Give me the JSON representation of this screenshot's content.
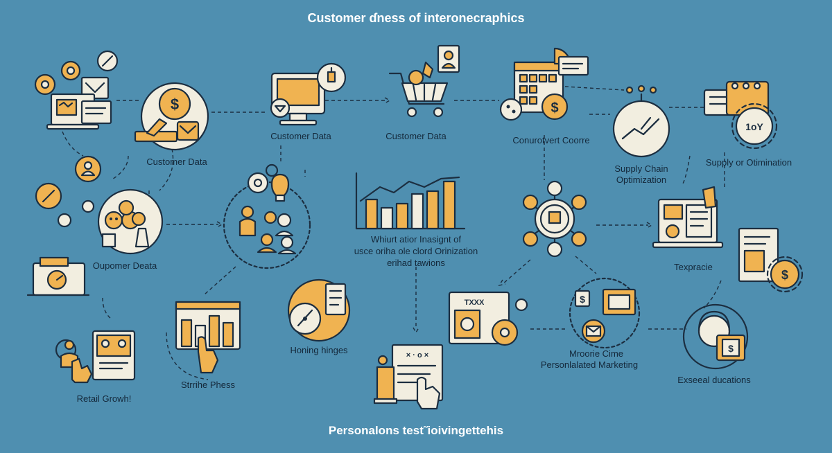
{
  "title": "Customer ɗness of interonecraphics",
  "footer": "Personalons test˜ioivingettehis",
  "labels": {
    "customer_data_1": "Customer Data",
    "customer_data_2": "Customer Data",
    "customer_data_3": "Customer Data",
    "conurotvert": "Conurotvert Coorre",
    "supply_chain_1": "Supply Chain",
    "supply_chain_2": "Optimization",
    "supply_or": "Supply or Otimination",
    "oupomer": "Oupomer Deata",
    "insight_1": "Whiurt atior Inasignt of",
    "insight_2": "usce oriha ole clord Orinization",
    "insight_3": "erihad tawions",
    "texpracie": "Texpracie",
    "retail": "Retail Growh!",
    "strrihe": "Strrihe Phess",
    "honing": "Honing hinges",
    "mroorie_1": "Mroorie Cime",
    "mroorie_2": "Personlalated Marketing",
    "exseeal": "Exseeal ducations"
  },
  "icon_text": {
    "gear_toy": "1oY",
    "doc_tabs": "TXXX",
    "doc_xo": "× · o ×",
    "dollar": "$"
  },
  "colors": {
    "background": "#4f8fb0",
    "accent": "#f0b351",
    "line": "#1c2e40",
    "paper": "#f2eee0",
    "title": "#ffffff"
  }
}
